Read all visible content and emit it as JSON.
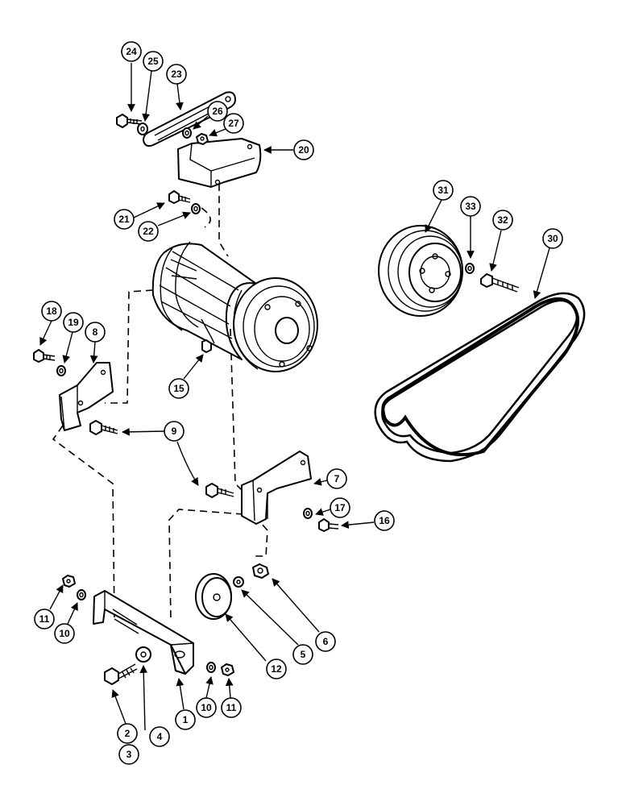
{
  "callouts": {
    "c1": "1",
    "c2": "2",
    "c3": "3",
    "c4": "4",
    "c5": "5",
    "c6": "6",
    "c7": "7",
    "c8": "8",
    "c9": "9",
    "c10a": "10",
    "c10b": "10",
    "c11a": "11",
    "c11b": "11",
    "c12": "12",
    "c15": "15",
    "c16": "16",
    "c17": "17",
    "c18": "18",
    "c19": "19",
    "c20": "20",
    "c21": "21",
    "c22": "22",
    "c23": "23",
    "c24": "24",
    "c25": "25",
    "c26": "26",
    "c27": "27",
    "c30": "30",
    "c31": "31",
    "c32": "32",
    "c33": "33"
  }
}
